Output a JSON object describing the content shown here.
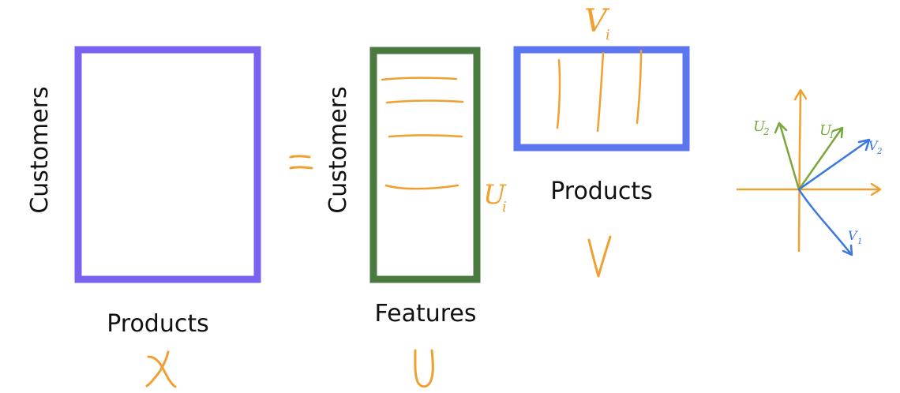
{
  "colors": {
    "matrix_x": "#7b61f0",
    "matrix_u": "#4a7a3f",
    "matrix_v": "#5b76ee",
    "ink_orange": "#f0a030",
    "ink_green": "#78a83c",
    "ink_blue": "#3a78e0",
    "text": "#111111"
  },
  "matrix_x": {
    "row_label": "Customers",
    "col_label": "Products",
    "symbol": "X"
  },
  "equals": "=",
  "matrix_u": {
    "row_label": "Customers",
    "col_label": "Features",
    "symbol": "U",
    "row_vector_label": "U",
    "row_vector_index": "i"
  },
  "matrix_v": {
    "col_label": "Products",
    "symbol": "V",
    "col_vector_label": "V",
    "col_vector_index": "i"
  },
  "vector_plot": {
    "vectors": [
      {
        "label": "U",
        "index": "2"
      },
      {
        "label": "U",
        "index": "1"
      },
      {
        "label": "V",
        "index": "2"
      },
      {
        "label": "V",
        "index": "1"
      }
    ]
  }
}
